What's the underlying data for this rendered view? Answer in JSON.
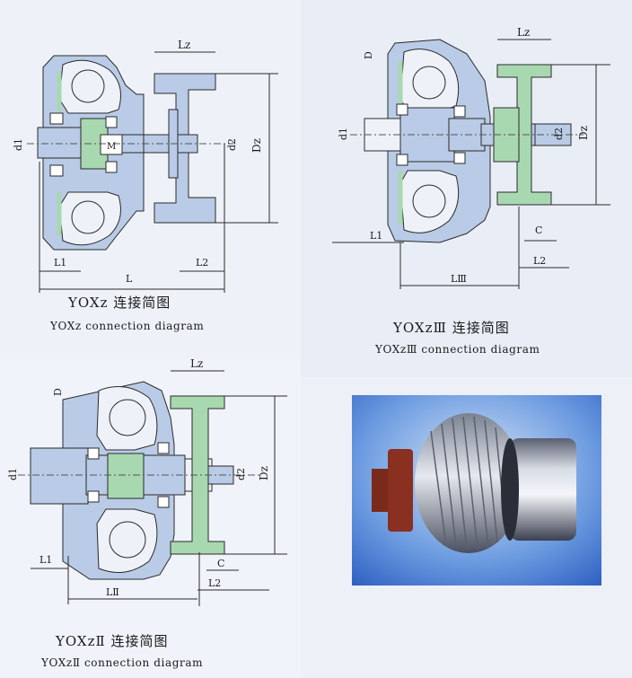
{
  "diagrams": [
    {
      "id": "yoxz",
      "caption_zh": "YOXz 连接简图",
      "caption_en": "YOXz connection diagram",
      "labels": {
        "Lz": "Lz",
        "Dz": "Dz",
        "d1": "d1",
        "d2": "d2",
        "L1": "L1",
        "L": "L",
        "L2": "L2",
        "M": "M"
      }
    },
    {
      "id": "yoxz3",
      "caption_zh": "YOXzⅢ 连接简图",
      "caption_en": "YOXzⅢ connection diagram",
      "labels": {
        "Lz": "Lz",
        "Dz": "Dz",
        "D": "D",
        "d1": "d1",
        "d2": "d2",
        "L1": "L1",
        "LIII": "LⅢ",
        "L2": "L2",
        "C": "C"
      }
    },
    {
      "id": "yoxz2",
      "caption_zh": "YOXzⅡ 连接简图",
      "caption_en": "YOXzⅡ connection diagram",
      "labels": {
        "Lz": "Lz",
        "Dz": "Dz",
        "D": "D",
        "d1": "d1",
        "d2": "d2",
        "L1": "L1",
        "LII": "LⅡ",
        "L2": "L2",
        "C": "C"
      }
    }
  ],
  "colors": {
    "housing": "#b9cbe6",
    "rotor": "#a8d8b0",
    "line": "#2a2a2a",
    "photo_bg": "#3a6fd0"
  }
}
